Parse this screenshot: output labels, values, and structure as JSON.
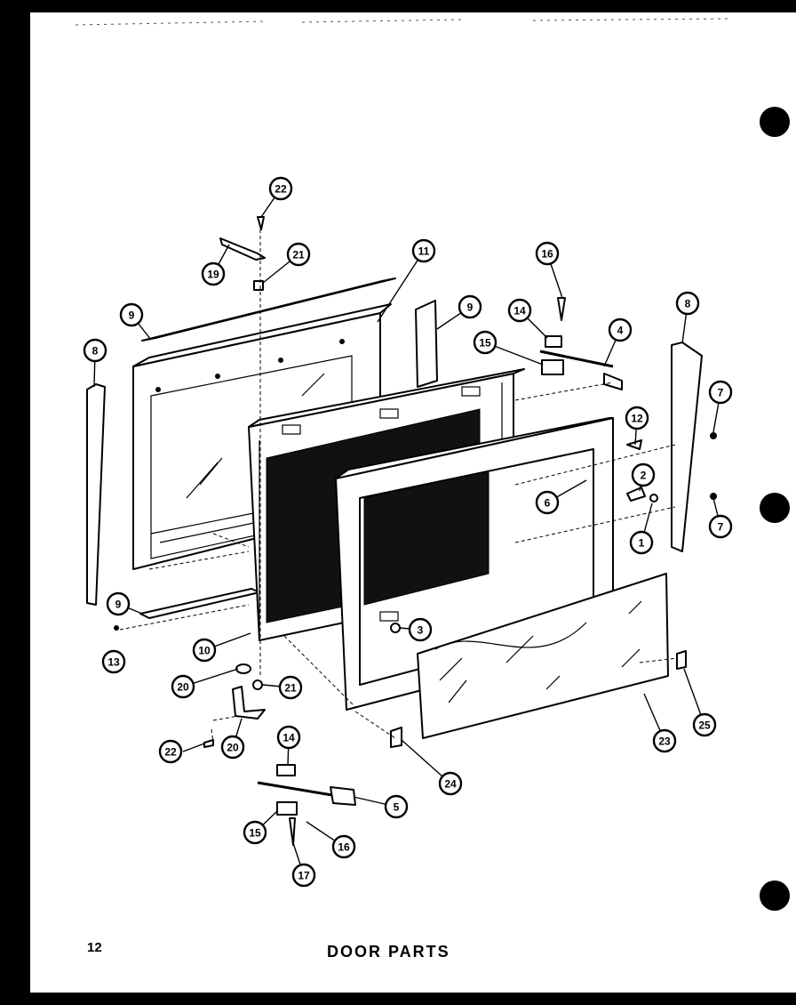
{
  "page": {
    "number": "12",
    "title": "DOOR PARTS"
  },
  "callouts": [
    {
      "id": "c22a",
      "label": "22"
    },
    {
      "id": "c19",
      "label": "19"
    },
    {
      "id": "c21a",
      "label": "21"
    },
    {
      "id": "c11",
      "label": "11"
    },
    {
      "id": "c9a",
      "label": "9"
    },
    {
      "id": "c9b",
      "label": "9"
    },
    {
      "id": "c9c",
      "label": "9"
    },
    {
      "id": "c8a",
      "label": "8"
    },
    {
      "id": "c8b",
      "label": "8"
    },
    {
      "id": "c16a",
      "label": "16"
    },
    {
      "id": "c14a",
      "label": "14"
    },
    {
      "id": "c15a",
      "label": "15"
    },
    {
      "id": "c4",
      "label": "4"
    },
    {
      "id": "c7a",
      "label": "7"
    },
    {
      "id": "c7b",
      "label": "7"
    },
    {
      "id": "c12",
      "label": "12"
    },
    {
      "id": "c2",
      "label": "2"
    },
    {
      "id": "c6",
      "label": "6"
    },
    {
      "id": "c1",
      "label": "1"
    },
    {
      "id": "c3",
      "label": "3"
    },
    {
      "id": "c13",
      "label": "13"
    },
    {
      "id": "c10",
      "label": "10"
    },
    {
      "id": "c20a",
      "label": "20"
    },
    {
      "id": "c21b",
      "label": "21"
    },
    {
      "id": "c22b",
      "label": "22"
    },
    {
      "id": "c20b",
      "label": "20"
    },
    {
      "id": "c14b",
      "label": "14"
    },
    {
      "id": "c5",
      "label": "5"
    },
    {
      "id": "c24",
      "label": "24"
    },
    {
      "id": "c23",
      "label": "23"
    },
    {
      "id": "c25",
      "label": "25"
    },
    {
      "id": "c15b",
      "label": "15"
    },
    {
      "id": "c16b",
      "label": "16"
    },
    {
      "id": "c17",
      "label": "17"
    }
  ]
}
